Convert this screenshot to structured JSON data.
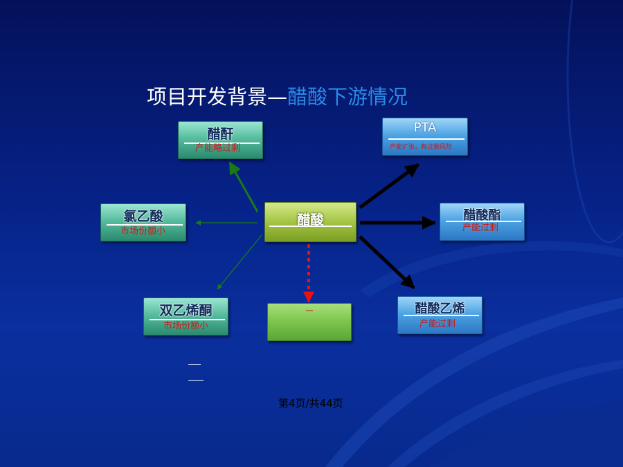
{
  "title": {
    "main": "项目开发背景—",
    "accent": "醋酸下游情况"
  },
  "center": {
    "name": "醋酸"
  },
  "nodes": {
    "anhydride": {
      "name": "醋酐",
      "note": "产能略过剩"
    },
    "chloro": {
      "name": "氯乙酸",
      "note": "市场份额小"
    },
    "diketene": {
      "name": "双乙烯酮",
      "note": "市场份额小"
    },
    "pta": {
      "name": "PTA",
      "note": "产能扩张，有过剩风险"
    },
    "ester": {
      "name": "醋酸酯",
      "note": "产能过剩"
    },
    "vinyl": {
      "name": "醋酸乙烯",
      "note": "产能过剩"
    },
    "bottom": {
      "name": "一"
    }
  },
  "footer": "第4页/共44页",
  "colors": {
    "background": "#0a2a96",
    "title_accent": "#2a8ae8",
    "note_red": "#c81818",
    "arrow_green": "#1a7a1a",
    "arrow_black": "#000000",
    "arrow_red": "#ee1111"
  }
}
